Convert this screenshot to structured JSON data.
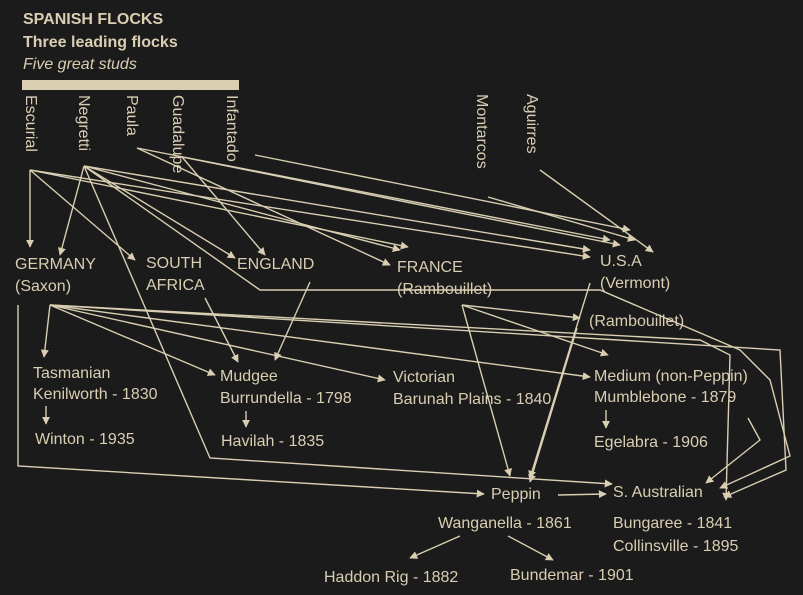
{
  "colors": {
    "background": "#1b1b1b",
    "ink": "#d9ceb2"
  },
  "header": {
    "title": "SPANISH FLOCKS",
    "subtitle": "Three leading flocks",
    "note": "Five great studs"
  },
  "sources": {
    "escurial": "Escurial",
    "negretti": "Negretti",
    "paula": "Paula",
    "guadalupe": "Guadalupe",
    "infantado": "Infantado",
    "montarcos": "Montarcos",
    "aguirres": "Aguirres"
  },
  "nodes": {
    "germany": "GERMANY",
    "germany_sub": "(Saxon)",
    "south_africa": "SOUTH",
    "south_africa_2": "AFRICA",
    "england": "ENGLAND",
    "france": "FRANCE",
    "france_sub": "(Rambouillet)",
    "usa": "U.S.A",
    "usa_sub": "(Vermont)",
    "usa_ramb": "(Rambouillet)",
    "tasmanian": "Tasmanian",
    "kenilworth": "Kenilworth - 1830",
    "winton": "Winton - 1935",
    "mudgee": "Mudgee",
    "burrundella": "Burrundella - 1798",
    "havilah": "Havilah - 1835",
    "victorian": "Victorian",
    "barunah": "Barunah Plains - 1840",
    "medium": "Medium (non-Peppin)",
    "mumblebone": "Mumblebone - 1879",
    "egelabra": "Egelabra - 1906",
    "peppin": "Peppin",
    "wanganella": "Wanganella - 1861",
    "haddon": "Haddon Rig - 1882",
    "bundemar": "Bundemar - 1901",
    "sa": "S. Australian",
    "bungaree": "Bungaree - 1841",
    "collinsville": "Collinsville - 1895"
  }
}
